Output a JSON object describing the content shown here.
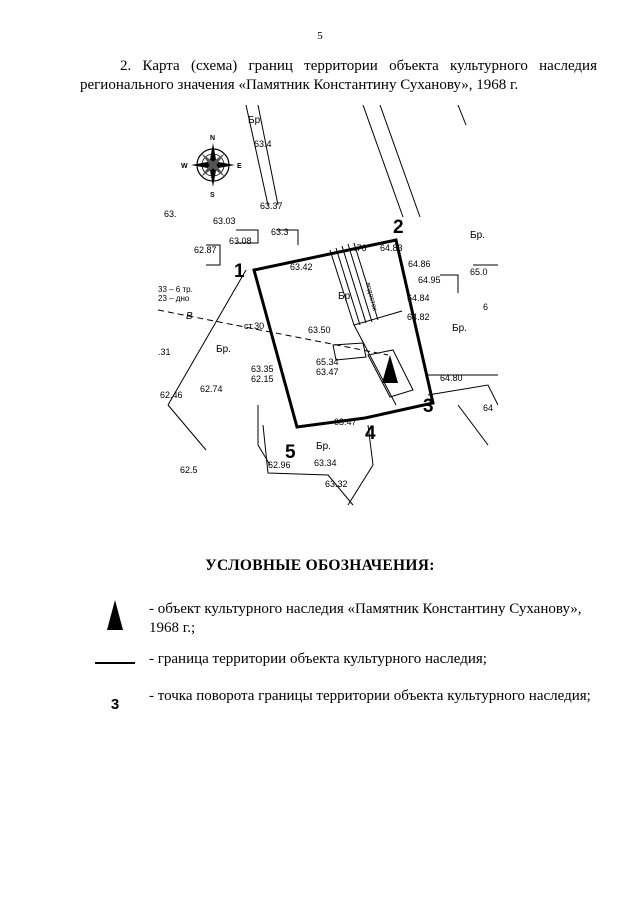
{
  "page_number": "5",
  "heading": "2. Карта (схема) границ территории объекта культурного наследия регионального значения «Памятник Константину Суханову», 1968 г.",
  "map": {
    "compass": {
      "n": "N",
      "s": "S",
      "e": "E",
      "w": "W"
    },
    "points": [
      "1",
      "2",
      "3",
      "4",
      "5"
    ],
    "labels": {
      "br": "Бр.",
      "br_inner": "Бр.",
      "st_30": "ст.30",
      "v": "В",
      "pole": "33 – 6 тр.",
      "pole2": "23 – дно",
      "vertical": "водосток"
    },
    "elevations": [
      "63.4",
      "63.37",
      "63.",
      "63.03",
      "62.87",
      "63.08",
      "63.3",
      "63.42",
      "64.83",
      "64.86",
      "64.95",
      "65.0",
      "64.84",
      "64.82",
      "63.50",
      "65.34",
      "63.47",
      "64.80",
      "63.35",
      "62.15",
      "62.74",
      "62.46",
      "63.47",
      "62.96",
      "63.34",
      "63.32",
      "62.5",
      ".31",
      "64",
      "6",
      ".76"
    ]
  },
  "legend": {
    "title": "УСЛОВНЫЕ ОБОЗНАЧЕНИЯ:",
    "items": [
      {
        "symbol": "monument",
        "text": "- объект культурного наследия «Памятник Константину Суханову», 1968 г.;"
      },
      {
        "symbol": "line",
        "text": "- граница территории объекта культурного наследия;"
      },
      {
        "symbol": "3",
        "text": "- точка поворота границы территории объекта культурного наследия;"
      }
    ]
  }
}
